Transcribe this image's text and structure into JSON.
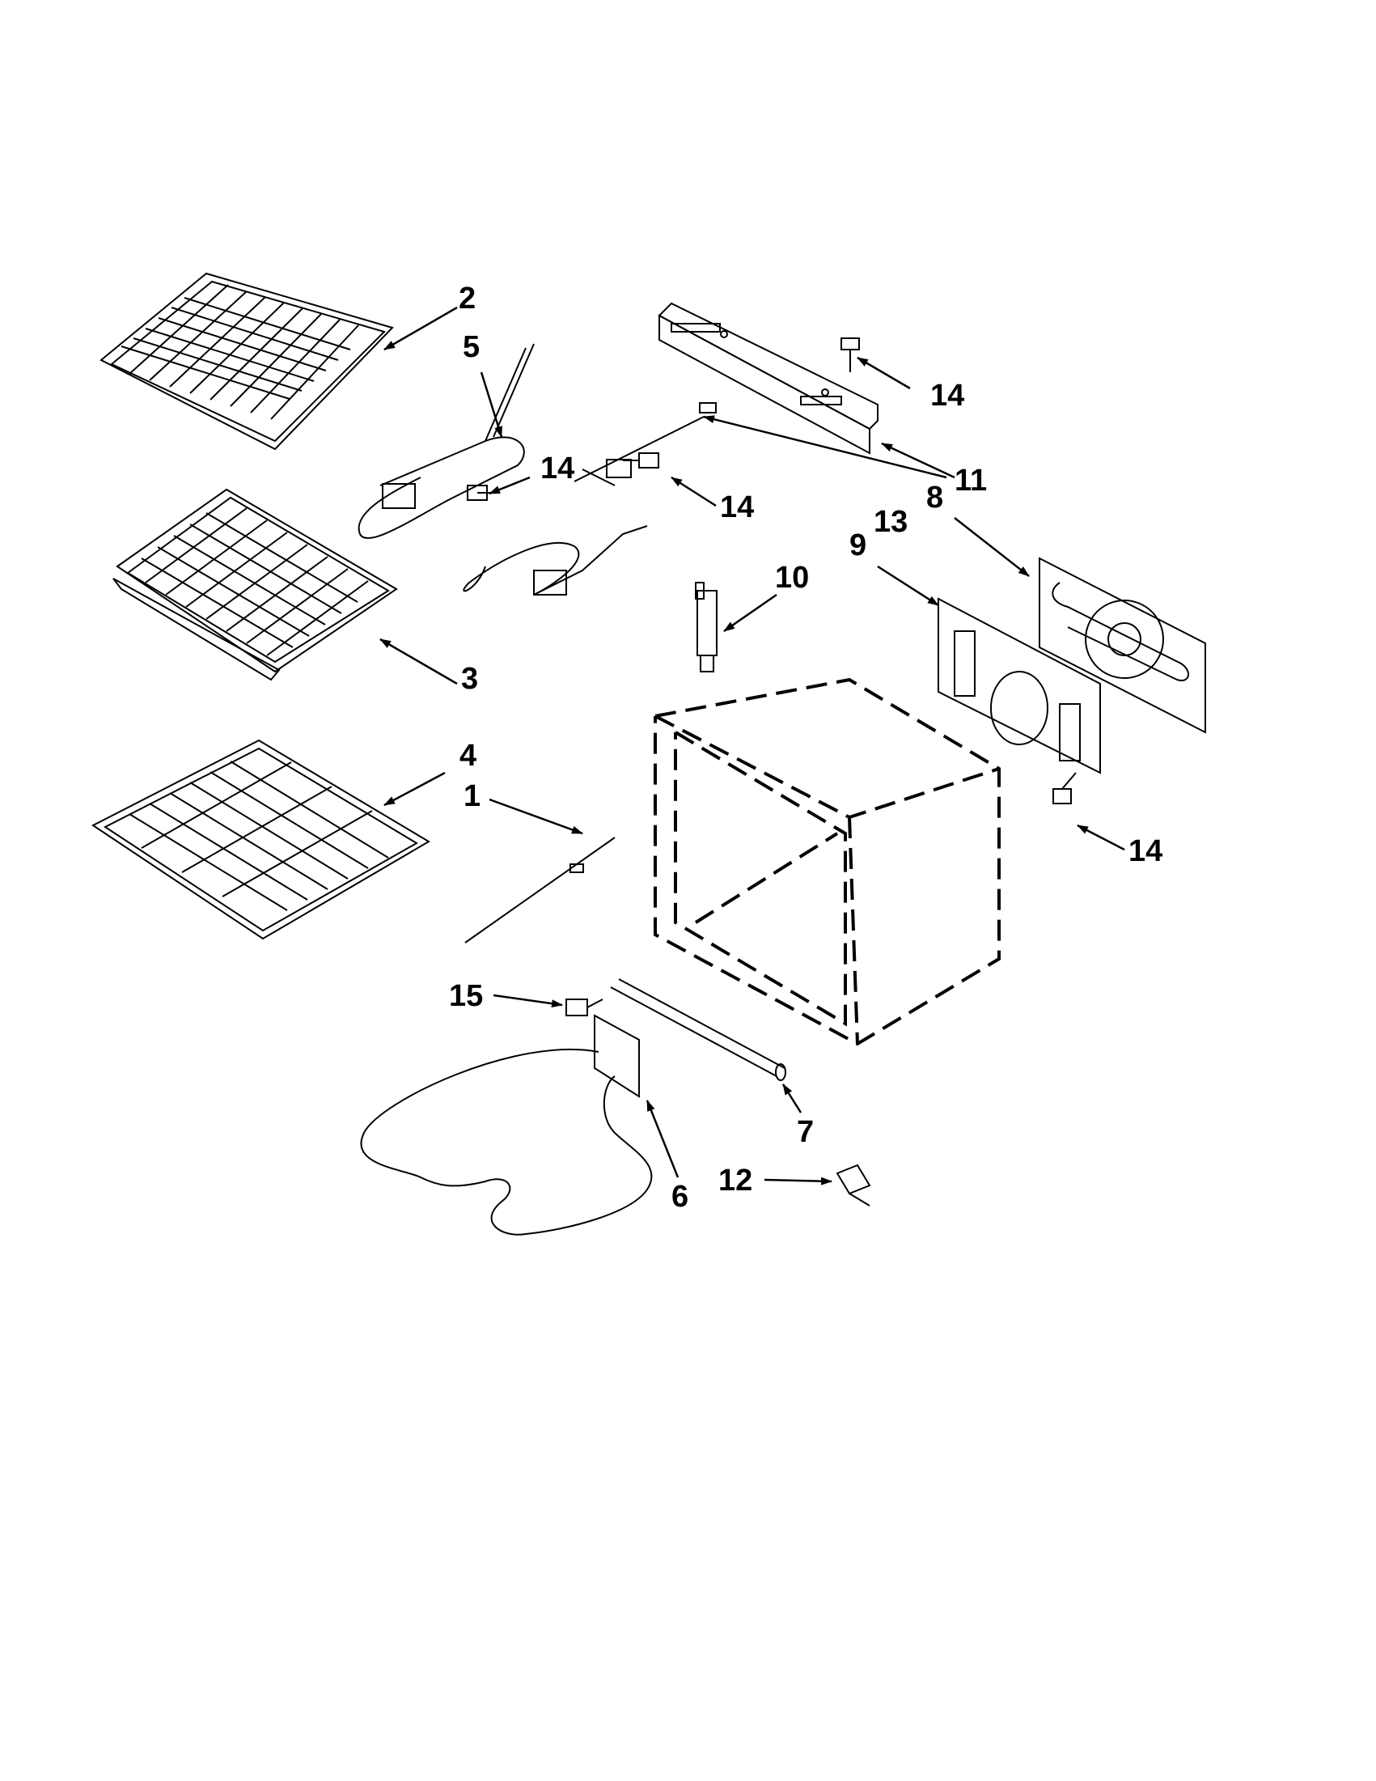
{
  "callouts": [
    {
      "id": "c2",
      "label": "2"
    },
    {
      "id": "c5",
      "label": "5"
    },
    {
      "id": "c14a",
      "label": "14"
    },
    {
      "id": "c3",
      "label": "3"
    },
    {
      "id": "c4",
      "label": "4"
    },
    {
      "id": "c1",
      "label": "1"
    },
    {
      "id": "c14b",
      "label": "14"
    },
    {
      "id": "c13",
      "label": "13"
    },
    {
      "id": "c14c",
      "label": "14"
    },
    {
      "id": "c11",
      "label": "11"
    },
    {
      "id": "c8",
      "label": "8"
    },
    {
      "id": "c9",
      "label": "9"
    },
    {
      "id": "c10",
      "label": "10"
    },
    {
      "id": "c14d",
      "label": "14"
    },
    {
      "id": "c15",
      "label": "15"
    },
    {
      "id": "c6",
      "label": "6"
    },
    {
      "id": "c7",
      "label": "7"
    },
    {
      "id": "c12",
      "label": "12"
    }
  ]
}
